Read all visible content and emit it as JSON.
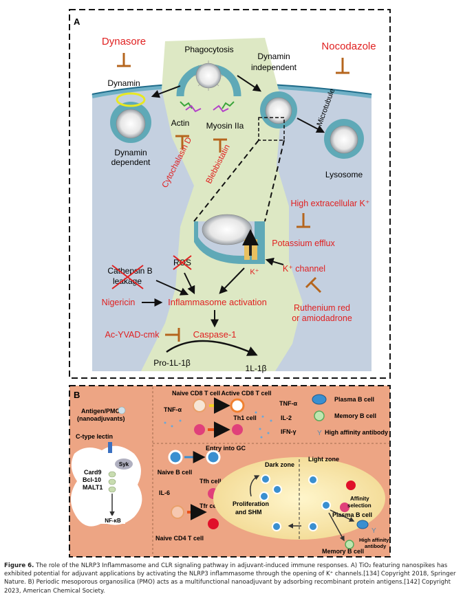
{
  "panel_a": {
    "label": "A",
    "phagocytosis": "Phagocytosis",
    "dynamin": "Dynamin",
    "dynasore": "Dynasore",
    "dynamin_dependent_1": "Dynamin",
    "dynamin_dependent_2": "dependent",
    "dynamin_independent_1": "Dynamin",
    "dynamin_independent_2": "independent",
    "nocodazole": "Nocodazole",
    "microtubule": "Microtubule",
    "lysosome": "Lysosome",
    "actin": "Actin",
    "myosin": "Myosin IIa",
    "cytochalasin": "Cytochalasin D",
    "blebbistatin": "Blebbistatin",
    "high_k": "High extracellular K⁺",
    "k_efflux": "Potassium efflux",
    "k_ion": "K⁺",
    "k_channel": "K⁺ channel",
    "ros": "ROS",
    "cathepsin_1": "Cathepsin B",
    "cathepsin_2": "leakage",
    "nigericin": "Nigericin",
    "inflammasome": "Inflammasome activation",
    "ruthenium_1": "Ruthenium red",
    "ruthenium_2": "or amiodadrone",
    "acyvad": "Ac-YVAD-cmk",
    "caspase": "Caspase-1",
    "pro_il": "Pro-1L-1β",
    "il": "1L-1β"
  },
  "panel_b": {
    "label": "B",
    "antigen_1": "Antigen/PMO",
    "antigen_2": "(nanoadjuvants)",
    "naive_cd8": "Naive CD8 T cell",
    "active_cd8": "Active CD8 T cell",
    "tnf_left": "TNF-α",
    "tnf_right": "TNF-α",
    "th1": "Th1 cell",
    "il2": "IL-2",
    "ifn": "IFN-γ",
    "plasma_legend": "Plasma B cell",
    "memory_legend": "Memory B cell",
    "antibody_legend": "High affinity antibody",
    "ctype": "C-type lectin",
    "syk": "Syk",
    "card9": "Card9",
    "bcl10": "Bcl-10",
    "malt1": "MALT1",
    "nfkb": "NF-κB",
    "entry_gc": "Entry into GC",
    "naive_b": "Naive B cell",
    "tfh": "Tfh cell",
    "il6": "IL-6",
    "tfr": "Tfr cell",
    "naive_cd4": "Naive CD4 T cell",
    "dark_zone": "Dark zone",
    "light_zone": "Light zone",
    "prolif_1": "Proliferation",
    "prolif_2": "and SHM",
    "affinity_1": "Affinity",
    "affinity_2": "selection",
    "plasma_cell": "Plasma B cell",
    "high_aff_1": "High affinity",
    "high_aff_2": "antibody",
    "memory_cell": "Memory B cell"
  },
  "caption": {
    "label": "Figure 6.",
    "text": "The role of the NLRP3 Inflammasome and CLR signaling pathway in adjuvant-induced immune responses. A) TiO₂ featuring nanospikes has exhibited potential for adjuvant applications by activating the NLRP3 inflammasome through the opening of K⁺ channels.[134] Copyright 2018, Springer Nature. B) Periodic mesoporous organosilica (PMO) acts as a multifunctional nanoadjuvant by adsorbing recombinant protein antigens.[142] Copyright 2023, American Chemical Society."
  },
  "colors": {
    "red_text": "#e02020",
    "inhibitor": "#b5651d",
    "cell_bg": "#c4d0e0",
    "cytoplasm": "#dde8c4",
    "panel_b_bg": "#eda584"
  }
}
